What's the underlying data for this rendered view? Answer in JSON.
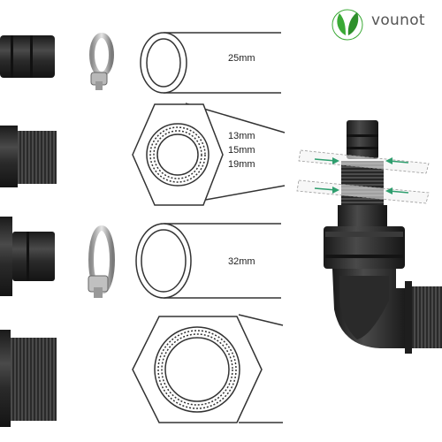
{
  "brand": {
    "name": "vounot",
    "logo_icon": "leaf-logo",
    "logo_color": "#3aa935"
  },
  "labels": {
    "size_25": "25mm",
    "size_13": "13mm",
    "size_15": "15mm",
    "size_19": "19mm",
    "size_32": "32mm"
  },
  "colors": {
    "fitting": "#2b2b2b",
    "arrow": "#2e9e6e",
    "outline": "#333333"
  }
}
